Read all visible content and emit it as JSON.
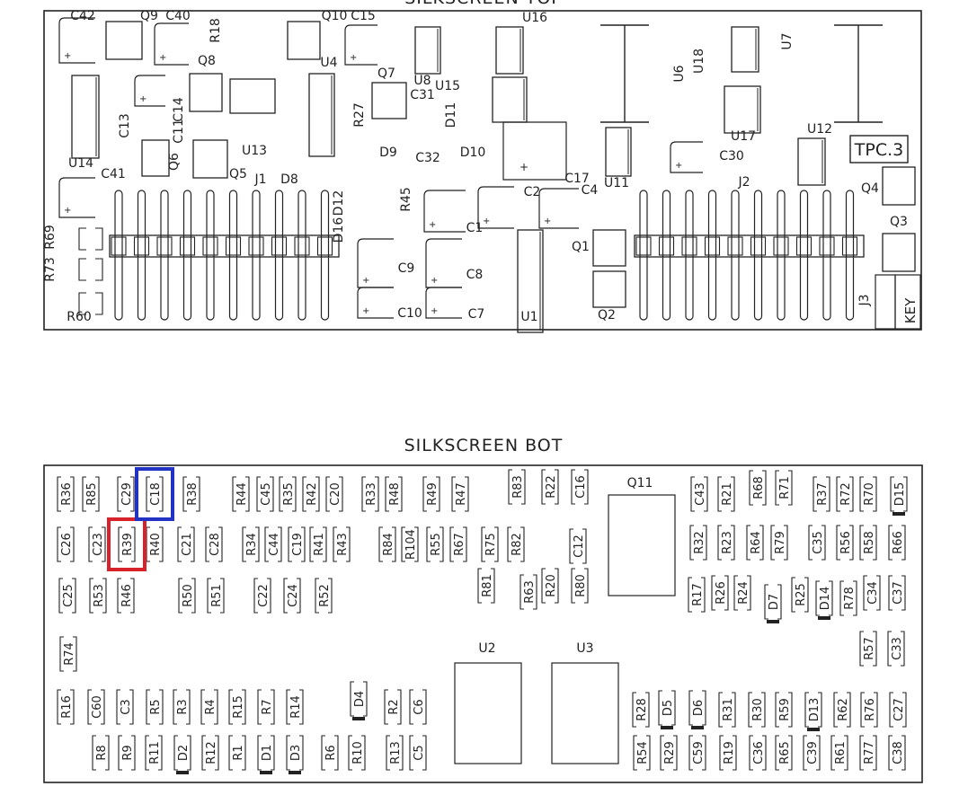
{
  "top": {
    "title": "SILKSCREEN TOP",
    "board_id": "TPC.3",
    "key_label": "KEY",
    "labels": [
      {
        "t": "C42"
      },
      {
        "t": "Q9"
      },
      {
        "t": "C40"
      },
      {
        "t": "R18",
        "v": true
      },
      {
        "t": "Q10"
      },
      {
        "t": "C15"
      },
      {
        "t": "U16"
      },
      {
        "t": "U7",
        "v": true
      },
      {
        "t": "U6",
        "v": true
      },
      {
        "t": "U18",
        "v": true
      },
      {
        "t": "Q8"
      },
      {
        "t": "Q7"
      },
      {
        "t": "U4"
      },
      {
        "t": "U8"
      },
      {
        "t": "U15"
      },
      {
        "t": "C31"
      },
      {
        "t": "R27",
        "v": true
      },
      {
        "t": "D11",
        "v": true
      },
      {
        "t": "C14",
        "v": true
      },
      {
        "t": "C13",
        "v": true
      },
      {
        "t": "C11",
        "v": true
      },
      {
        "t": "U13"
      },
      {
        "t": "Q6",
        "v": true
      },
      {
        "t": "Q5"
      },
      {
        "t": "U14"
      },
      {
        "t": "C41"
      },
      {
        "t": "J1"
      },
      {
        "t": "D8"
      },
      {
        "t": "D9"
      },
      {
        "t": "C32"
      },
      {
        "t": "D10"
      },
      {
        "t": "U17"
      },
      {
        "t": "U12"
      },
      {
        "t": "C30"
      },
      {
        "t": "C17"
      },
      {
        "t": "C2"
      },
      {
        "t": "C4"
      },
      {
        "t": "U11"
      },
      {
        "t": "J2"
      },
      {
        "t": "Q4"
      },
      {
        "t": "D12",
        "v": true
      },
      {
        "t": "D16",
        "v": true
      },
      {
        "t": "R45",
        "v": true
      },
      {
        "t": "C1"
      },
      {
        "t": "Q1"
      },
      {
        "t": "Q3"
      },
      {
        "t": "R69",
        "v": true
      },
      {
        "t": "R73",
        "v": true
      },
      {
        "t": "C9"
      },
      {
        "t": "C8"
      },
      {
        "t": "C10"
      },
      {
        "t": "C7"
      },
      {
        "t": "U1"
      },
      {
        "t": "Q2"
      },
      {
        "t": "R60"
      },
      {
        "t": "J3",
        "v": true
      }
    ]
  },
  "bottom": {
    "title": "SILKSCREEN BOT",
    "labels": [
      {
        "t": "R36"
      },
      {
        "t": "R85"
      },
      {
        "t": "C29"
      },
      {
        "t": "C18"
      },
      {
        "t": "R38"
      },
      {
        "t": "R44"
      },
      {
        "t": "C45"
      },
      {
        "t": "R35"
      },
      {
        "t": "R42"
      },
      {
        "t": "C20"
      },
      {
        "t": "R33"
      },
      {
        "t": "R48"
      },
      {
        "t": "R49"
      },
      {
        "t": "R47"
      },
      {
        "t": "R83"
      },
      {
        "t": "R22"
      },
      {
        "t": "C16"
      },
      {
        "t": "C43"
      },
      {
        "t": "R21"
      },
      {
        "t": "R68"
      },
      {
        "t": "R71"
      },
      {
        "t": "R37"
      },
      {
        "t": "R72"
      },
      {
        "t": "R70"
      },
      {
        "t": "D15"
      },
      {
        "t": "C26"
      },
      {
        "t": "C23"
      },
      {
        "t": "R39"
      },
      {
        "t": "R40"
      },
      {
        "t": "C21"
      },
      {
        "t": "C28"
      },
      {
        "t": "R34"
      },
      {
        "t": "C44"
      },
      {
        "t": "C19"
      },
      {
        "t": "R41"
      },
      {
        "t": "R43"
      },
      {
        "t": "R84"
      },
      {
        "t": "R104"
      },
      {
        "t": "R55"
      },
      {
        "t": "R67"
      },
      {
        "t": "R75"
      },
      {
        "t": "R82"
      },
      {
        "t": "C12"
      },
      {
        "t": "R32"
      },
      {
        "t": "R23"
      },
      {
        "t": "R64"
      },
      {
        "t": "R79"
      },
      {
        "t": "C35"
      },
      {
        "t": "R56"
      },
      {
        "t": "R58"
      },
      {
        "t": "R66"
      },
      {
        "t": "C25"
      },
      {
        "t": "R53"
      },
      {
        "t": "R46"
      },
      {
        "t": "R50"
      },
      {
        "t": "R51"
      },
      {
        "t": "C22"
      },
      {
        "t": "C24"
      },
      {
        "t": "R52"
      },
      {
        "t": "R81"
      },
      {
        "t": "R63"
      },
      {
        "t": "R20"
      },
      {
        "t": "R80"
      },
      {
        "t": "R17"
      },
      {
        "t": "R26"
      },
      {
        "t": "R24"
      },
      {
        "t": "D7"
      },
      {
        "t": "R25"
      },
      {
        "t": "D14"
      },
      {
        "t": "R78"
      },
      {
        "t": "C34"
      },
      {
        "t": "C37"
      },
      {
        "t": "R74"
      },
      {
        "t": "R57"
      },
      {
        "t": "C33"
      },
      {
        "t": "R16"
      },
      {
        "t": "C60"
      },
      {
        "t": "C3"
      },
      {
        "t": "R5"
      },
      {
        "t": "R3"
      },
      {
        "t": "R4"
      },
      {
        "t": "R15"
      },
      {
        "t": "R7"
      },
      {
        "t": "R14"
      },
      {
        "t": "D4"
      },
      {
        "t": "R2"
      },
      {
        "t": "C6"
      },
      {
        "t": "R28"
      },
      {
        "t": "D5"
      },
      {
        "t": "D6"
      },
      {
        "t": "R31"
      },
      {
        "t": "R30"
      },
      {
        "t": "R59"
      },
      {
        "t": "D13"
      },
      {
        "t": "R62"
      },
      {
        "t": "R76"
      },
      {
        "t": "C27"
      },
      {
        "t": "R8"
      },
      {
        "t": "R9"
      },
      {
        "t": "R11"
      },
      {
        "t": "D2"
      },
      {
        "t": "R12"
      },
      {
        "t": "R1"
      },
      {
        "t": "D1"
      },
      {
        "t": "D3"
      },
      {
        "t": "R6"
      },
      {
        "t": "R10"
      },
      {
        "t": "R13"
      },
      {
        "t": "C5"
      },
      {
        "t": "R54"
      },
      {
        "t": "R29"
      },
      {
        "t": "C59"
      },
      {
        "t": "R19"
      },
      {
        "t": "C36"
      },
      {
        "t": "R65"
      },
      {
        "t": "C39"
      },
      {
        "t": "R61"
      },
      {
        "t": "R77"
      },
      {
        "t": "C38"
      },
      {
        "t": "Q11"
      },
      {
        "t": "U2"
      },
      {
        "t": "U3"
      }
    ]
  },
  "highlights": [
    {
      "target": "R39",
      "color": "#d6222a"
    },
    {
      "target": "C18",
      "color": "#2233c4"
    }
  ]
}
